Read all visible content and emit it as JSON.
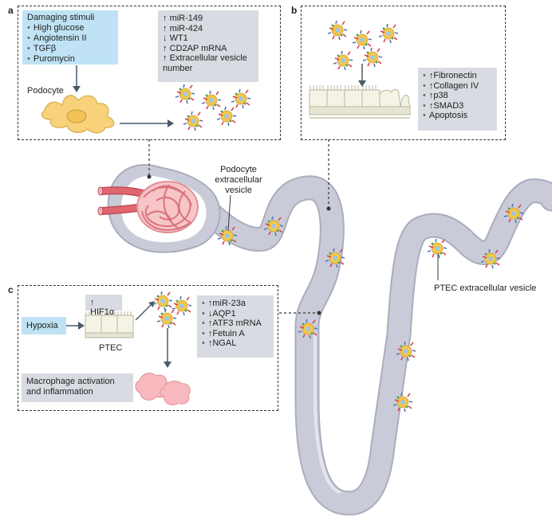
{
  "panel_a": {
    "label": "a",
    "stimuli_title": "Damaging stimuli",
    "stimuli": [
      "High glucose",
      "Angiotensin II",
      "TGFβ",
      "Puromycin"
    ],
    "cell_label": "Podocyte",
    "changes": [
      {
        "arrow": "↑",
        "text": "miR-149"
      },
      {
        "arrow": "↑",
        "text": "miR-424"
      },
      {
        "arrow": "↓",
        "text": "WT1"
      },
      {
        "arrow": "↑",
        "text": "CD2AP mRNA"
      },
      {
        "arrow": "↑",
        "text": "Extracellular vesicle number"
      }
    ]
  },
  "panel_b": {
    "label": "b",
    "changes": [
      {
        "arrow": "↑",
        "text": "Fibronectin"
      },
      {
        "arrow": "↑",
        "text": "Collagen IV"
      },
      {
        "arrow": "↑",
        "text": "p38"
      },
      {
        "arrow": "↑",
        "text": "SMAD3"
      },
      {
        "arrow": "",
        "text": "Apoptosis"
      }
    ]
  },
  "panel_c": {
    "label": "c",
    "hypoxia": "Hypoxia",
    "hif": "↑ HIF1α",
    "cell_label": "PTEC",
    "macrophage": "Macrophage activation and inflammation",
    "changes": [
      {
        "arrow": "↑",
        "text": "miR-23a"
      },
      {
        "arrow": "↓",
        "text": "AQP1"
      },
      {
        "arrow": "↑",
        "text": "ATF3 mRNA"
      },
      {
        "arrow": "↑",
        "text": "Fetuin A"
      },
      {
        "arrow": "↑",
        "text": "NGAL"
      }
    ]
  },
  "nephron": {
    "podocyte_ev_label": "Podocyte extracellular vesicle",
    "ptec_ev_label": "PTEC extracellular vesicle"
  },
  "colors": {
    "tubule": "#c9ccd8",
    "tubule_edge": "#a9adbd",
    "glomerulus": "#f2a9ad",
    "artery": "#e0676f",
    "podocyte_cell": "#f7d27a",
    "blue_box": "#bfe3f5",
    "grey_box": "#d9dbe2",
    "macrophage": "#f7b9bd"
  }
}
